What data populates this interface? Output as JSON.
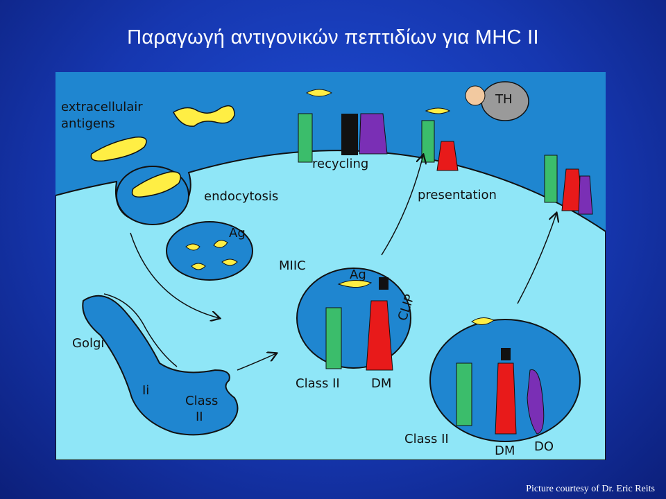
{
  "title": "Παραγωγή αντιγονικών πεπτιδίων για MHC II",
  "credit": "Picture courtesy of Dr. Eric Reits",
  "labels": {
    "extracellular_line1": "extracellulair",
    "extracellular_line2": "antigens",
    "endocytosis": "endocytosis",
    "recycling": "recycling",
    "presentation": "presentation",
    "ag_vesicle": "Ag",
    "miic": "MIIC",
    "ag_miic": "Ag",
    "clip": "CLIP",
    "golgi": "Golgi",
    "ii": "Ii",
    "class_ii_golgi_1": "Class",
    "class_ii_golgi_2": "II",
    "class_ii_miic": "Class II",
    "dm_miic": "DM",
    "class_ii_right": "Class II",
    "dm_right": "DM",
    "do_right": "DO",
    "th": "TH"
  },
  "colors": {
    "background": "#1637b0",
    "extracellular": "#1f86d0",
    "cytoplasm": "#8fe6f7",
    "vesicle": "#1f86d0",
    "antigen": "#ffee44",
    "class_ii": "#3bbd6b",
    "dm_cape": "#e81a1a",
    "do_dress": "#7a2fb5"
  }
}
